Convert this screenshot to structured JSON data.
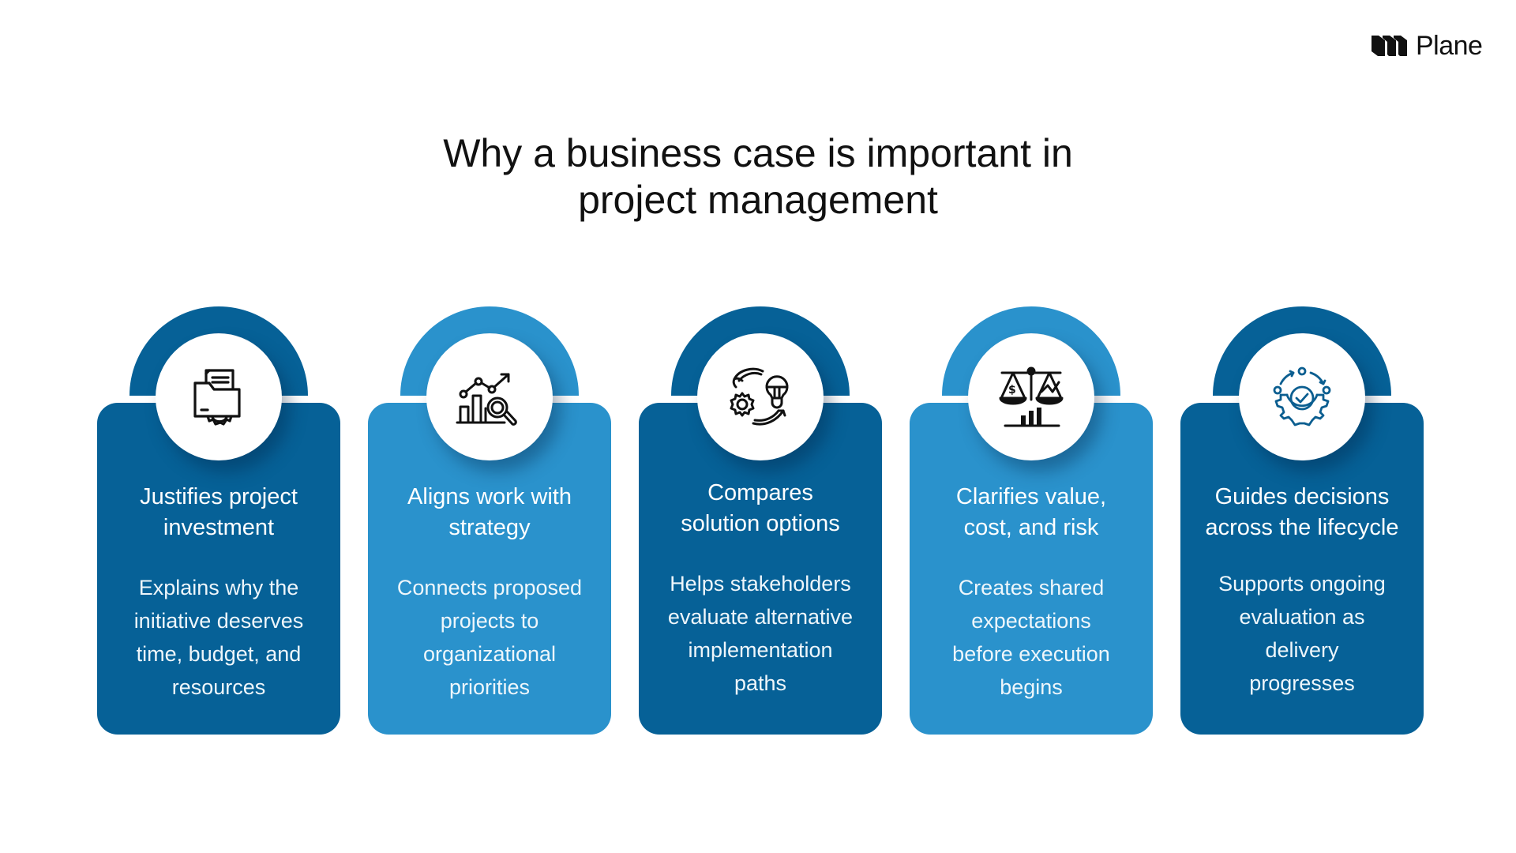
{
  "brand": {
    "logo_text": "Plane",
    "logo_icon": "plane-logo-icon"
  },
  "title": {
    "line1": "Why a business case is important in",
    "line2": "project management"
  },
  "colors": {
    "dark_blue": "#066197",
    "light_blue": "#2a92cc",
    "text_dark": "#111111",
    "white": "#ffffff"
  },
  "cards": [
    {
      "icon": "folder-gear-icon",
      "color": "#066197",
      "heading": [
        "Justifies project",
        "investment"
      ],
      "body": [
        "Explains why the",
        "initiative deserves",
        "time, budget, and",
        "resources"
      ]
    },
    {
      "icon": "chart-magnifier-icon",
      "color": "#2a92cc",
      "heading": [
        "Aligns work with",
        "strategy"
      ],
      "body": [
        "Connects proposed",
        "projects to",
        "organizational",
        "priorities"
      ]
    },
    {
      "icon": "gear-bulb-cycle-icon",
      "color": "#066197",
      "heading": [
        "Compares",
        "solution options"
      ],
      "body": [
        "Helps stakeholders",
        "evaluate alternative",
        "implementation",
        "paths"
      ]
    },
    {
      "icon": "balance-scale-icon",
      "color": "#2a92cc",
      "heading": [
        "Clarifies value,",
        "cost, and risk"
      ],
      "body": [
        "Creates shared",
        "expectations",
        "before execution",
        "begins"
      ]
    },
    {
      "icon": "gear-check-cycle-icon",
      "color": "#066197",
      "heading": [
        "Guides decisions",
        "across the lifecycle"
      ],
      "body": [
        "Supports ongoing",
        "evaluation as",
        "delivery",
        "progresses"
      ]
    }
  ]
}
